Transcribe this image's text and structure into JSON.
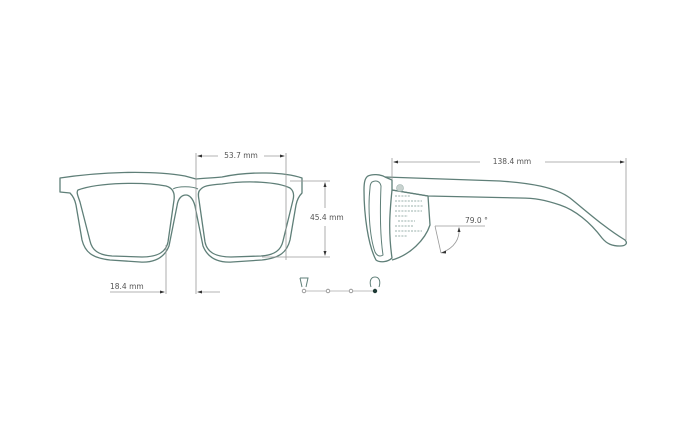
{
  "diagram": {
    "title": "Sunglasses dimension diagram",
    "colors": {
      "frame_stroke": "#5f7f78",
      "dimension_line": "#9a9a9a",
      "text": "#555555",
      "active_dot": "#1e3a35"
    },
    "front_view": {
      "lens_width": {
        "label": "53.7 mm"
      },
      "lens_height": {
        "label": "45.4 mm"
      },
      "bridge_width": {
        "label": "18.4 mm"
      }
    },
    "side_view": {
      "temple_length": {
        "label": "138.4 mm"
      },
      "pantoscopic_angle": {
        "label": "79.0 °"
      }
    },
    "fit_selector": {
      "icon_left": "nose-bridge-narrow-icon",
      "icon_right": "nose-bridge-wide-icon",
      "steps": 4,
      "active_step": 4
    }
  }
}
